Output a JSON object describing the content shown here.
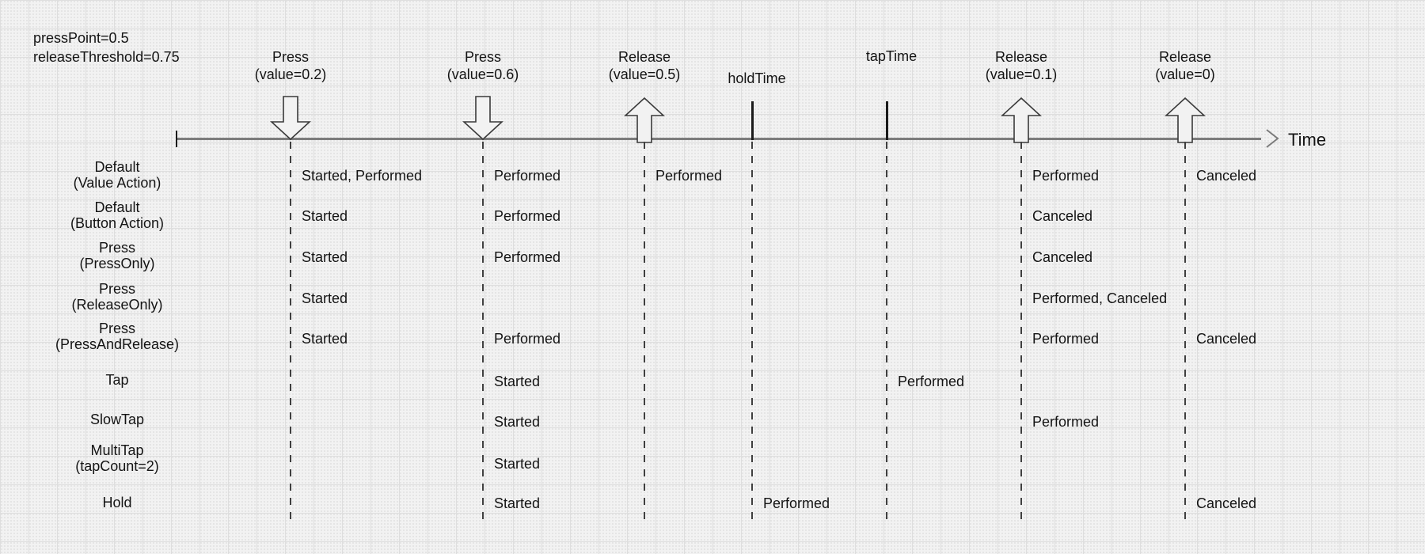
{
  "params": {
    "line1": "pressPoint=0.5",
    "line2": "releaseThreshold=0.75"
  },
  "time_axis": {
    "label": "Time"
  },
  "events": [
    {
      "id": "press-0.2",
      "line1": "Press",
      "line2": "(value=0.2)",
      "marker": "arrow-down"
    },
    {
      "id": "press-0.6",
      "line1": "Press",
      "line2": "(value=0.6)",
      "marker": "arrow-down"
    },
    {
      "id": "release-0.5",
      "line1": "Release",
      "line2": "(value=0.5)",
      "marker": "arrow-up"
    },
    {
      "id": "hold-time",
      "line1": "holdTime",
      "line2": "",
      "marker": "tick"
    },
    {
      "id": "tap-time",
      "line1": "tapTime",
      "line2": "",
      "marker": "tick"
    },
    {
      "id": "release-0.1",
      "line1": "Release",
      "line2": "(value=0.1)",
      "marker": "arrow-up"
    },
    {
      "id": "release-0",
      "line1": "Release",
      "line2": "(value=0)",
      "marker": "arrow-up"
    }
  ],
  "rows": [
    {
      "line1": "Default",
      "line2": "(Value Action)",
      "cells": [
        {
          "event": "press-0.2",
          "text": "Started, Performed"
        },
        {
          "event": "press-0.6",
          "text": "Performed"
        },
        {
          "event": "release-0.5",
          "text": "Performed"
        },
        {
          "event": "release-0.1",
          "text": "Performed"
        },
        {
          "event": "release-0",
          "text": "Canceled"
        }
      ]
    },
    {
      "line1": "Default",
      "line2": "(Button Action)",
      "cells": [
        {
          "event": "press-0.2",
          "text": "Started"
        },
        {
          "event": "press-0.6",
          "text": "Performed"
        },
        {
          "event": "release-0.1",
          "text": "Canceled"
        }
      ]
    },
    {
      "line1": "Press",
      "line2": "(PressOnly)",
      "cells": [
        {
          "event": "press-0.2",
          "text": "Started"
        },
        {
          "event": "press-0.6",
          "text": "Performed"
        },
        {
          "event": "release-0.1",
          "text": "Canceled"
        }
      ]
    },
    {
      "line1": "Press",
      "line2": "(ReleaseOnly)",
      "cells": [
        {
          "event": "press-0.2",
          "text": "Started"
        },
        {
          "event": "release-0.1",
          "text": "Performed, Canceled"
        }
      ]
    },
    {
      "line1": "Press",
      "line2": "(PressAndRelease)",
      "cells": [
        {
          "event": "press-0.2",
          "text": "Started"
        },
        {
          "event": "press-0.6",
          "text": "Performed"
        },
        {
          "event": "release-0.1",
          "text": "Performed"
        },
        {
          "event": "release-0",
          "text": "Canceled"
        }
      ]
    },
    {
      "line1": "Tap",
      "line2": "",
      "cells": [
        {
          "event": "press-0.6",
          "text": "Started"
        },
        {
          "event": "tap-time",
          "text": "Performed"
        }
      ]
    },
    {
      "line1": "SlowTap",
      "line2": "",
      "cells": [
        {
          "event": "press-0.6",
          "text": "Started"
        },
        {
          "event": "release-0.1",
          "text": "Performed"
        }
      ]
    },
    {
      "line1": "MultiTap",
      "line2": "(tapCount=2)",
      "cells": [
        {
          "event": "press-0.6",
          "text": "Started"
        }
      ]
    },
    {
      "line1": "Hold",
      "line2": "",
      "cells": [
        {
          "event": "press-0.6",
          "text": "Started"
        },
        {
          "event": "hold-time",
          "text": "Performed"
        },
        {
          "event": "release-0",
          "text": "Canceled"
        }
      ]
    }
  ],
  "colors": {
    "background": "#f2f2f2",
    "grid_line": "#dedede",
    "axis": "#7c7c7c",
    "marker_outline": "#3a3a3a",
    "text": "#141414"
  }
}
